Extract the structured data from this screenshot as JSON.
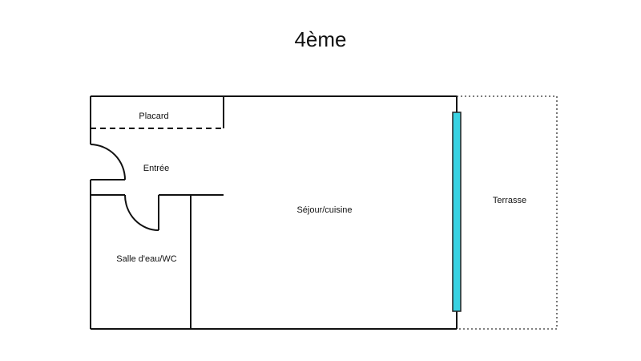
{
  "floor": {
    "title": "4ème"
  },
  "rooms": {
    "closet": "Placard",
    "entrance": "Entrée",
    "bathroom": "Salle d'eau/WC",
    "living_kitchen": "Séjour/cuisine",
    "terrace": "Terrasse"
  },
  "colors": {
    "wall": "#111111",
    "window_fill": "#39d2e2",
    "window_stroke": "#222222",
    "terrace_outline": "#555555"
  }
}
